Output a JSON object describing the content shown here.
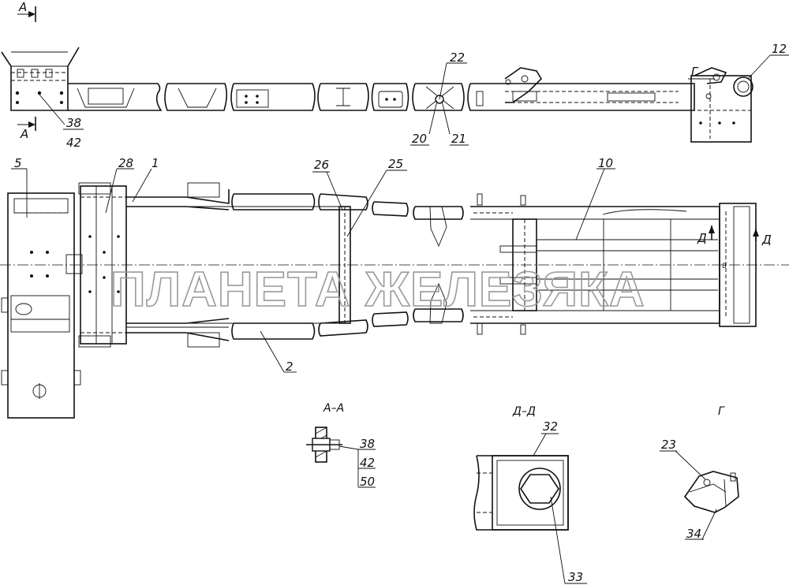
{
  "sections": {
    "aa_marker": "А",
    "aa_title": "А–А",
    "dd_marker": "Д",
    "dd_title": "Д–Д",
    "g_marker": "Г",
    "g_title": "Г"
  },
  "callouts": {
    "c1": "1",
    "c2": "2",
    "c5": "5",
    "c10": "10",
    "c12": "12",
    "c20": "20",
    "c21": "21",
    "c22": "22",
    "c23": "23",
    "c25": "25",
    "c26": "26",
    "c28": "28",
    "c32": "32",
    "c33": "33",
    "c34": "34",
    "c38_top": "38",
    "c42_top": "42",
    "c38_aa": "38",
    "c42_aa": "42",
    "c50_aa": "50"
  },
  "watermark": "ПЛАНЕТА ЖЕЛЕЗЯКА"
}
